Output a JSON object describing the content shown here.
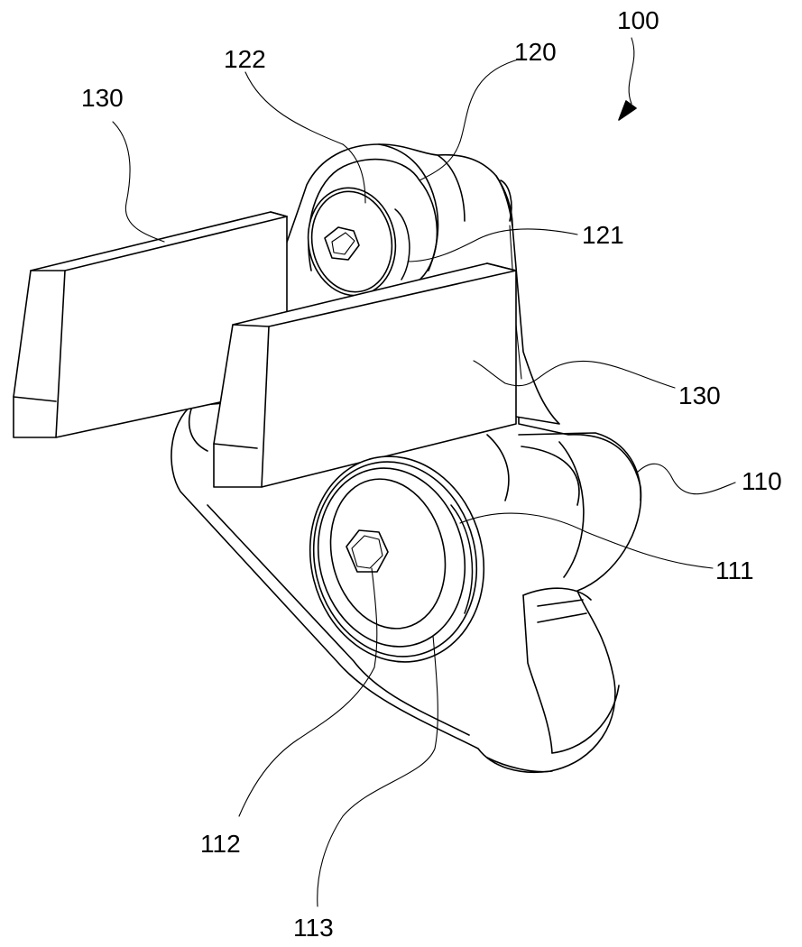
{
  "figure": {
    "ref_assembly": "100",
    "ref_base": "110",
    "ref_lower_bore": "111",
    "ref_lower_bolt": "112",
    "ref_lower_washer": "113",
    "ref_upper_member": "120",
    "ref_upper_bore": "121",
    "ref_upper_bolt": "122",
    "ref_blade_left": "130",
    "ref_blade_right": "130"
  }
}
